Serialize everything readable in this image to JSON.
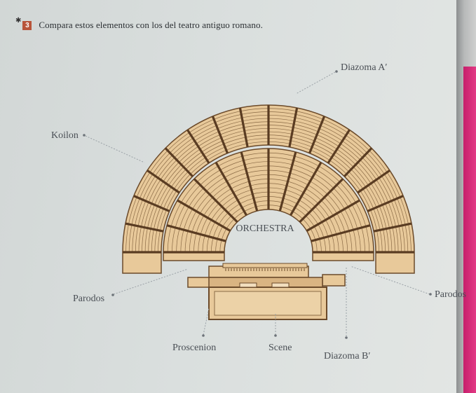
{
  "instruction": {
    "number": "3",
    "text": "Compara estos elementos con los del teatro antiguo romano."
  },
  "labels": {
    "diazoma_a": "Diazoma A′",
    "koilon": "Koilon",
    "orchestra": "ORCHESTRA",
    "parodos_left": "Parodos",
    "parodos_right": "Parodos",
    "proscenion": "Proscenion",
    "scene": "Scene",
    "diazoma_b": "Diazoma B′"
  },
  "colors": {
    "seat": "#e8c99a",
    "seat_outline": "#6b4a2a",
    "stage": "#e8c99a",
    "badge": "#b8543a",
    "tab": "#d62d79"
  },
  "icons": [
    "star-icon",
    "number-badge"
  ]
}
